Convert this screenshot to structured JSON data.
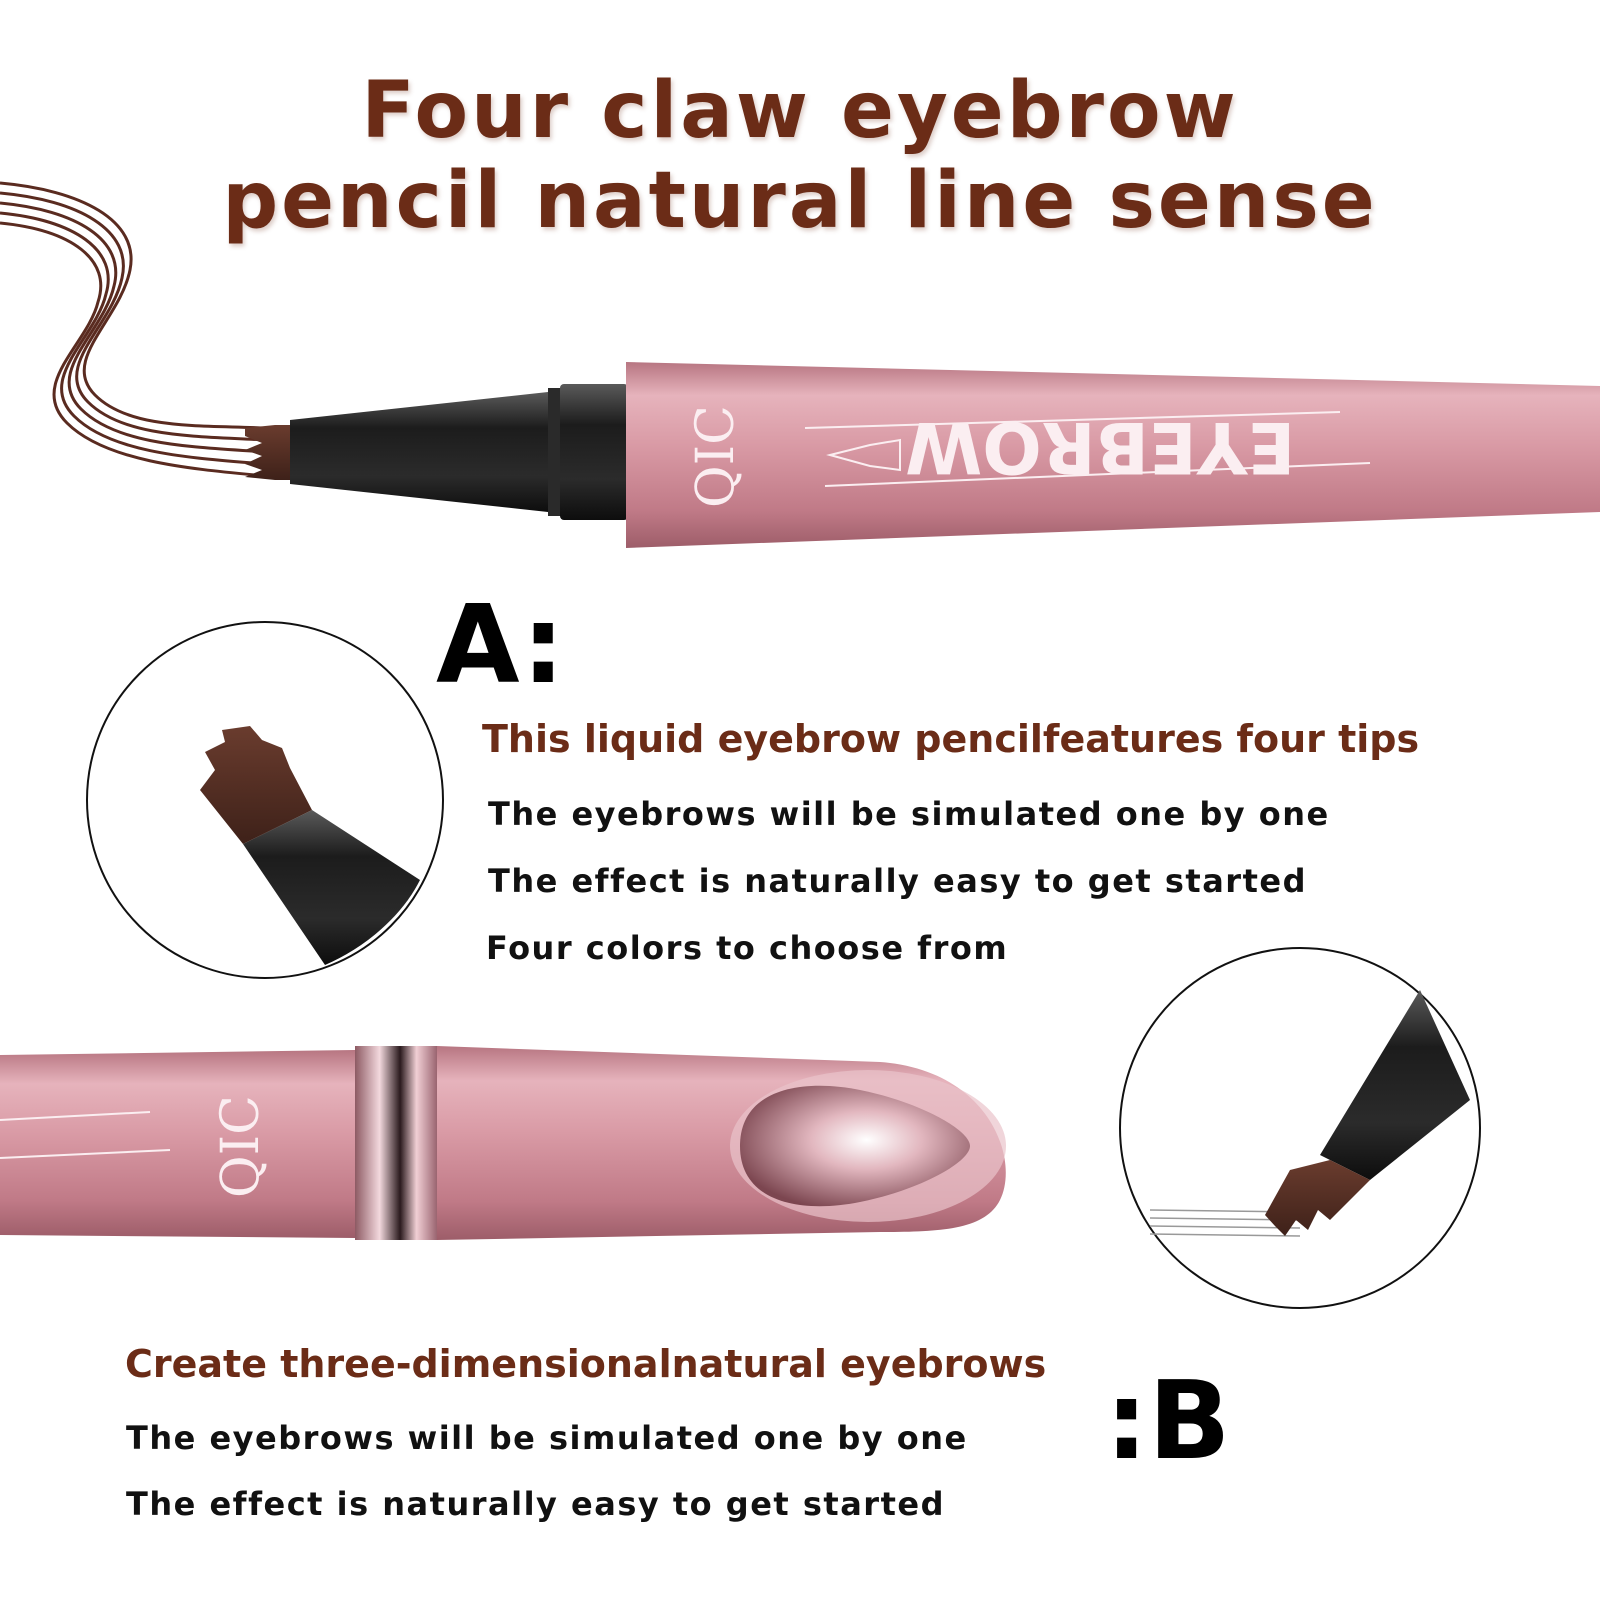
{
  "title": {
    "line1": "Four claw eyebrow",
    "line2": "pencil natural line sense"
  },
  "pen": {
    "brand": "QIC",
    "label": "EYEBROW"
  },
  "section_a": {
    "letter": "A:",
    "heading": "This liquid eyebrow pencilfeatures four tips",
    "lines": [
      "The eyebrows will be simulated one by one",
      "The effect is naturally easy to get started",
      "Four colors to choose from"
    ]
  },
  "section_b": {
    "letter": ":B",
    "heading": "Create three-dimensionalnatural eyebrows",
    "lines": [
      "The eyebrows will be simulated one by one",
      "The effect is naturally easy to get started"
    ]
  },
  "colors": {
    "title": "#6b2c17",
    "pen_body": "#c98b98",
    "tip": "#4a2a20"
  }
}
